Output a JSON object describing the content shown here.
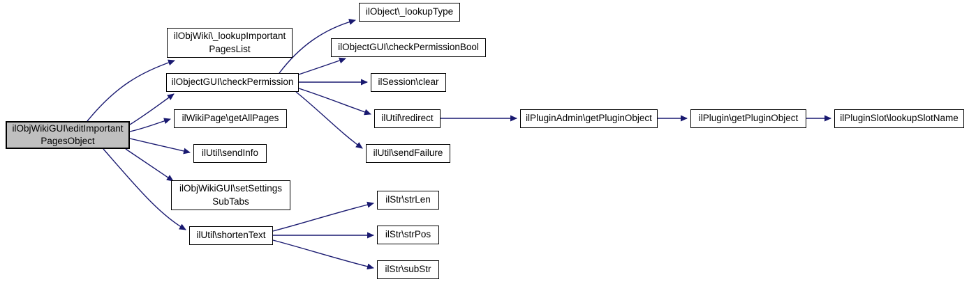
{
  "graph": {
    "type": "call-graph",
    "colors": {
      "edge": "#191970",
      "node_border": "#000000",
      "node_fill": "#ffffff",
      "highlighted_node_fill": "#bfbfbf",
      "text": "#000000",
      "background": "#ffffff"
    },
    "nodes": [
      {
        "id": "editImportantPagesObject",
        "label": "ilObjWikiGUI\\editImportant\nPagesObject",
        "highlighted": true
      },
      {
        "id": "lookupImportantPagesList",
        "label": "ilObjWiki\\_lookupImportant\nPagesList",
        "highlighted": false
      },
      {
        "id": "checkPermission",
        "label": "ilObjectGUI\\checkPermission",
        "highlighted": false
      },
      {
        "id": "getAllPages",
        "label": "ilWikiPage\\getAllPages",
        "highlighted": false
      },
      {
        "id": "sendInfo",
        "label": "ilUtil\\sendInfo",
        "highlighted": false
      },
      {
        "id": "setSettingsSubTabs",
        "label": "ilObjWikiGUI\\setSettings\nSubTabs",
        "highlighted": false
      },
      {
        "id": "shortenText",
        "label": "ilUtil\\shortenText",
        "highlighted": false
      },
      {
        "id": "lookupType",
        "label": "ilObject\\_lookupType",
        "highlighted": false
      },
      {
        "id": "checkPermissionBool",
        "label": "ilObjectGUI\\checkPermissionBool",
        "highlighted": false
      },
      {
        "id": "sessionClear",
        "label": "ilSession\\clear",
        "highlighted": false
      },
      {
        "id": "redirect",
        "label": "ilUtil\\redirect",
        "highlighted": false
      },
      {
        "id": "sendFailure",
        "label": "ilUtil\\sendFailure",
        "highlighted": false
      },
      {
        "id": "strLen",
        "label": "ilStr\\strLen",
        "highlighted": false
      },
      {
        "id": "strPos",
        "label": "ilStr\\strPos",
        "highlighted": false
      },
      {
        "id": "subStr",
        "label": "ilStr\\subStr",
        "highlighted": false
      },
      {
        "id": "pluginAdminGetPluginObject",
        "label": "ilPluginAdmin\\getPluginObject",
        "highlighted": false
      },
      {
        "id": "pluginGetPluginObject",
        "label": "ilPlugin\\getPluginObject",
        "highlighted": false
      },
      {
        "id": "lookupSlotName",
        "label": "ilPluginSlot\\lookupSlotName",
        "highlighted": false
      }
    ],
    "edges": [
      [
        "editImportantPagesObject",
        "lookupImportantPagesList"
      ],
      [
        "editImportantPagesObject",
        "checkPermission"
      ],
      [
        "editImportantPagesObject",
        "getAllPages"
      ],
      [
        "editImportantPagesObject",
        "sendInfo"
      ],
      [
        "editImportantPagesObject",
        "setSettingsSubTabs"
      ],
      [
        "editImportantPagesObject",
        "shortenText"
      ],
      [
        "checkPermission",
        "lookupType"
      ],
      [
        "checkPermission",
        "checkPermissionBool"
      ],
      [
        "checkPermission",
        "sessionClear"
      ],
      [
        "checkPermission",
        "redirect"
      ],
      [
        "checkPermission",
        "sendFailure"
      ],
      [
        "redirect",
        "pluginAdminGetPluginObject"
      ],
      [
        "pluginAdminGetPluginObject",
        "pluginGetPluginObject"
      ],
      [
        "pluginGetPluginObject",
        "lookupSlotName"
      ],
      [
        "shortenText",
        "strLen"
      ],
      [
        "shortenText",
        "strPos"
      ],
      [
        "shortenText",
        "subStr"
      ]
    ]
  }
}
